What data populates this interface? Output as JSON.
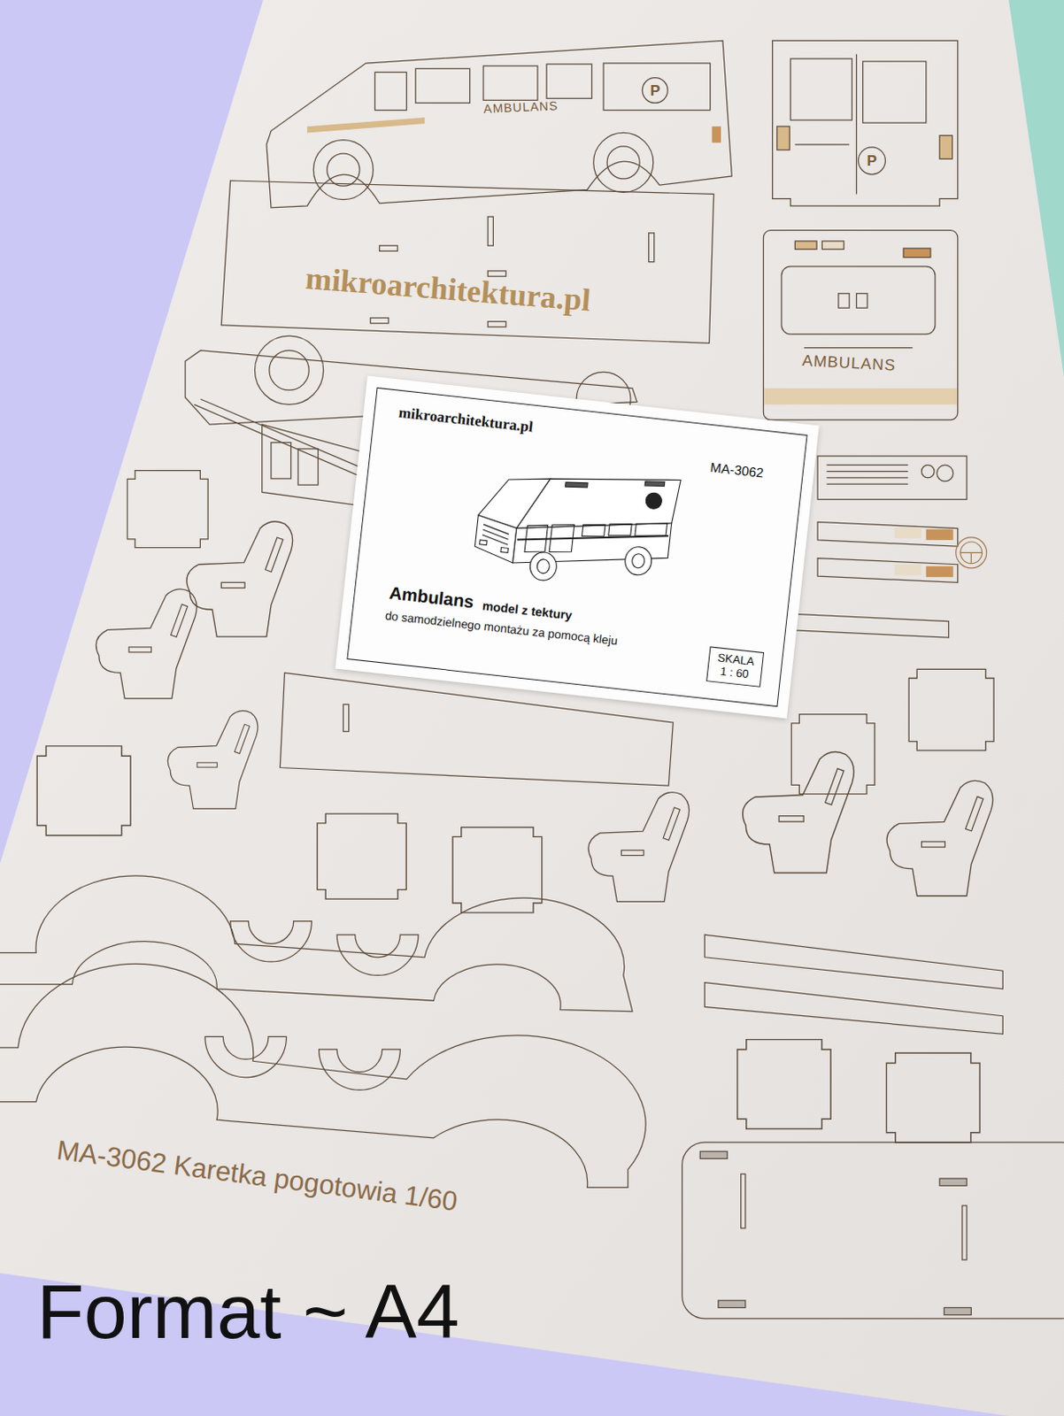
{
  "diagram": {
    "nodes": [
      {
        "text": [
          "AMBULANS"
        ]
      },
      {
        "text": [
          "mikroarchitektura.pl"
        ]
      },
      {
        "text": [
          "AMBULANS"
        ]
      },
      {
        "text": [
          "mikroarchitektura.pl",
          "MA-3062",
          "Ambulans",
          "model z tektury",
          "do samodzielnego montażu za pomocą kleju"
        ]
      },
      {
        "text": [
          "SKALA 1 : 60"
        ],
        "in": 3
      }
    ],
    "labels": [
      "P",
      "P",
      "MA-3062 Karetka pogotowia 1/60",
      "Format ~ A4"
    ]
  }
}
